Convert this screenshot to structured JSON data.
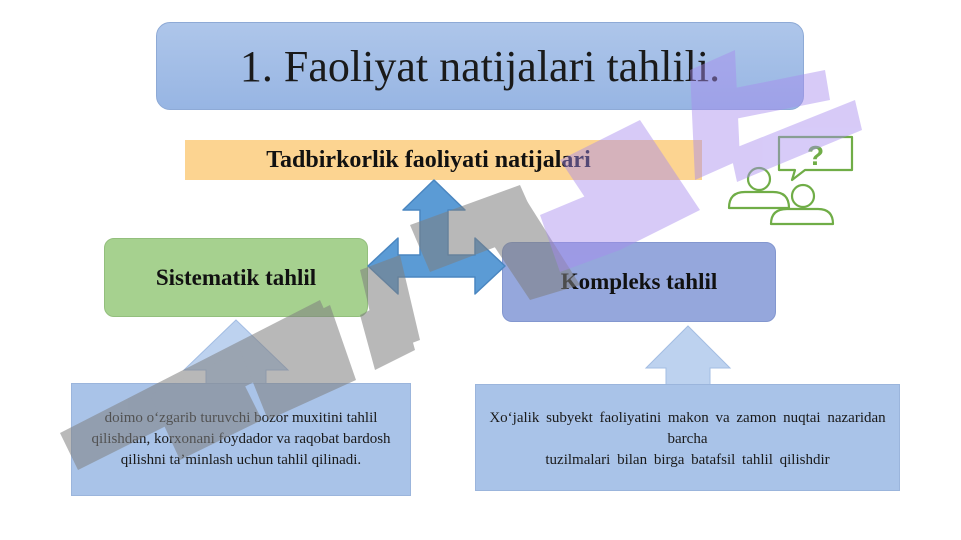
{
  "title": "1. Faoliyat natijalari tahlili.",
  "results_label": "Tadbirkorlik faoliyati natijalari",
  "systematic": {
    "label": "Sistematik tahlil",
    "description": "doimo o‘zgarib turuvchi bozor muxitini tahlil qilishdan, korxonani foydador va raqobat bardosh qilishni ta’minlash uchun tahlil qilinadi."
  },
  "complex": {
    "label": "Kompleks tahlil",
    "description_line1": "Xo‘jalik subyekt faoliyatini makon va zamon nuqtai nazaridan barcha",
    "description_line2": "tuzilmalari bilan birga batafsil tahlil qilishdir"
  },
  "icons": {
    "discussion": "people-question-icon",
    "arrows": "three-way-arrow-icon"
  },
  "colors": {
    "title_fill": "#aec6ea",
    "results_fill": "#fcd491",
    "systematic_fill": "#a6d18f",
    "complex_fill": "#95a7dc",
    "description_fill": "#a9c3e8",
    "arrow_blue": "#5b9bd5",
    "icon_green": "#70ad47"
  }
}
